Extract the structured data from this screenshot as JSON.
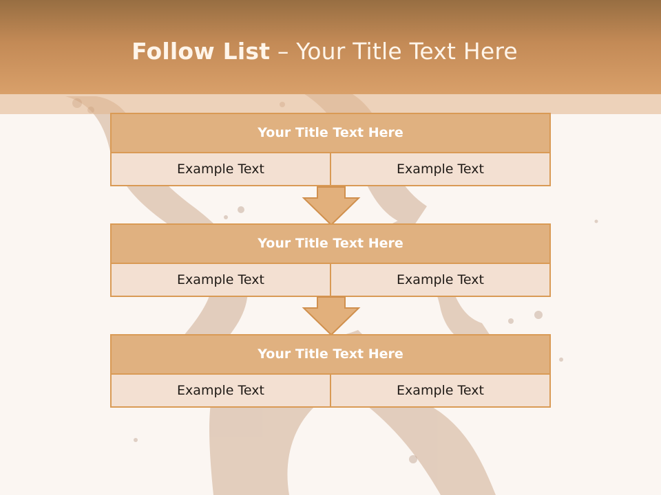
{
  "slide": {
    "title_bold": "Follow List",
    "title_rest": " – Your Title Text Here"
  },
  "steps": [
    {
      "title": "Your Title Text Here",
      "left": "Example Text",
      "right": "Example Text"
    },
    {
      "title": "Your Title Text Here",
      "left": "Example Text",
      "right": "Example Text"
    },
    {
      "title": "Your Title Text Here",
      "left": "Example Text",
      "right": "Example Text"
    }
  ],
  "colors": {
    "header_top": "#976e42",
    "header_bottom": "#d9a06a",
    "box_title": "#e0b180",
    "box_cell": "#f3e0d2",
    "border": "#d99a55",
    "background": "#fbf6f2"
  }
}
